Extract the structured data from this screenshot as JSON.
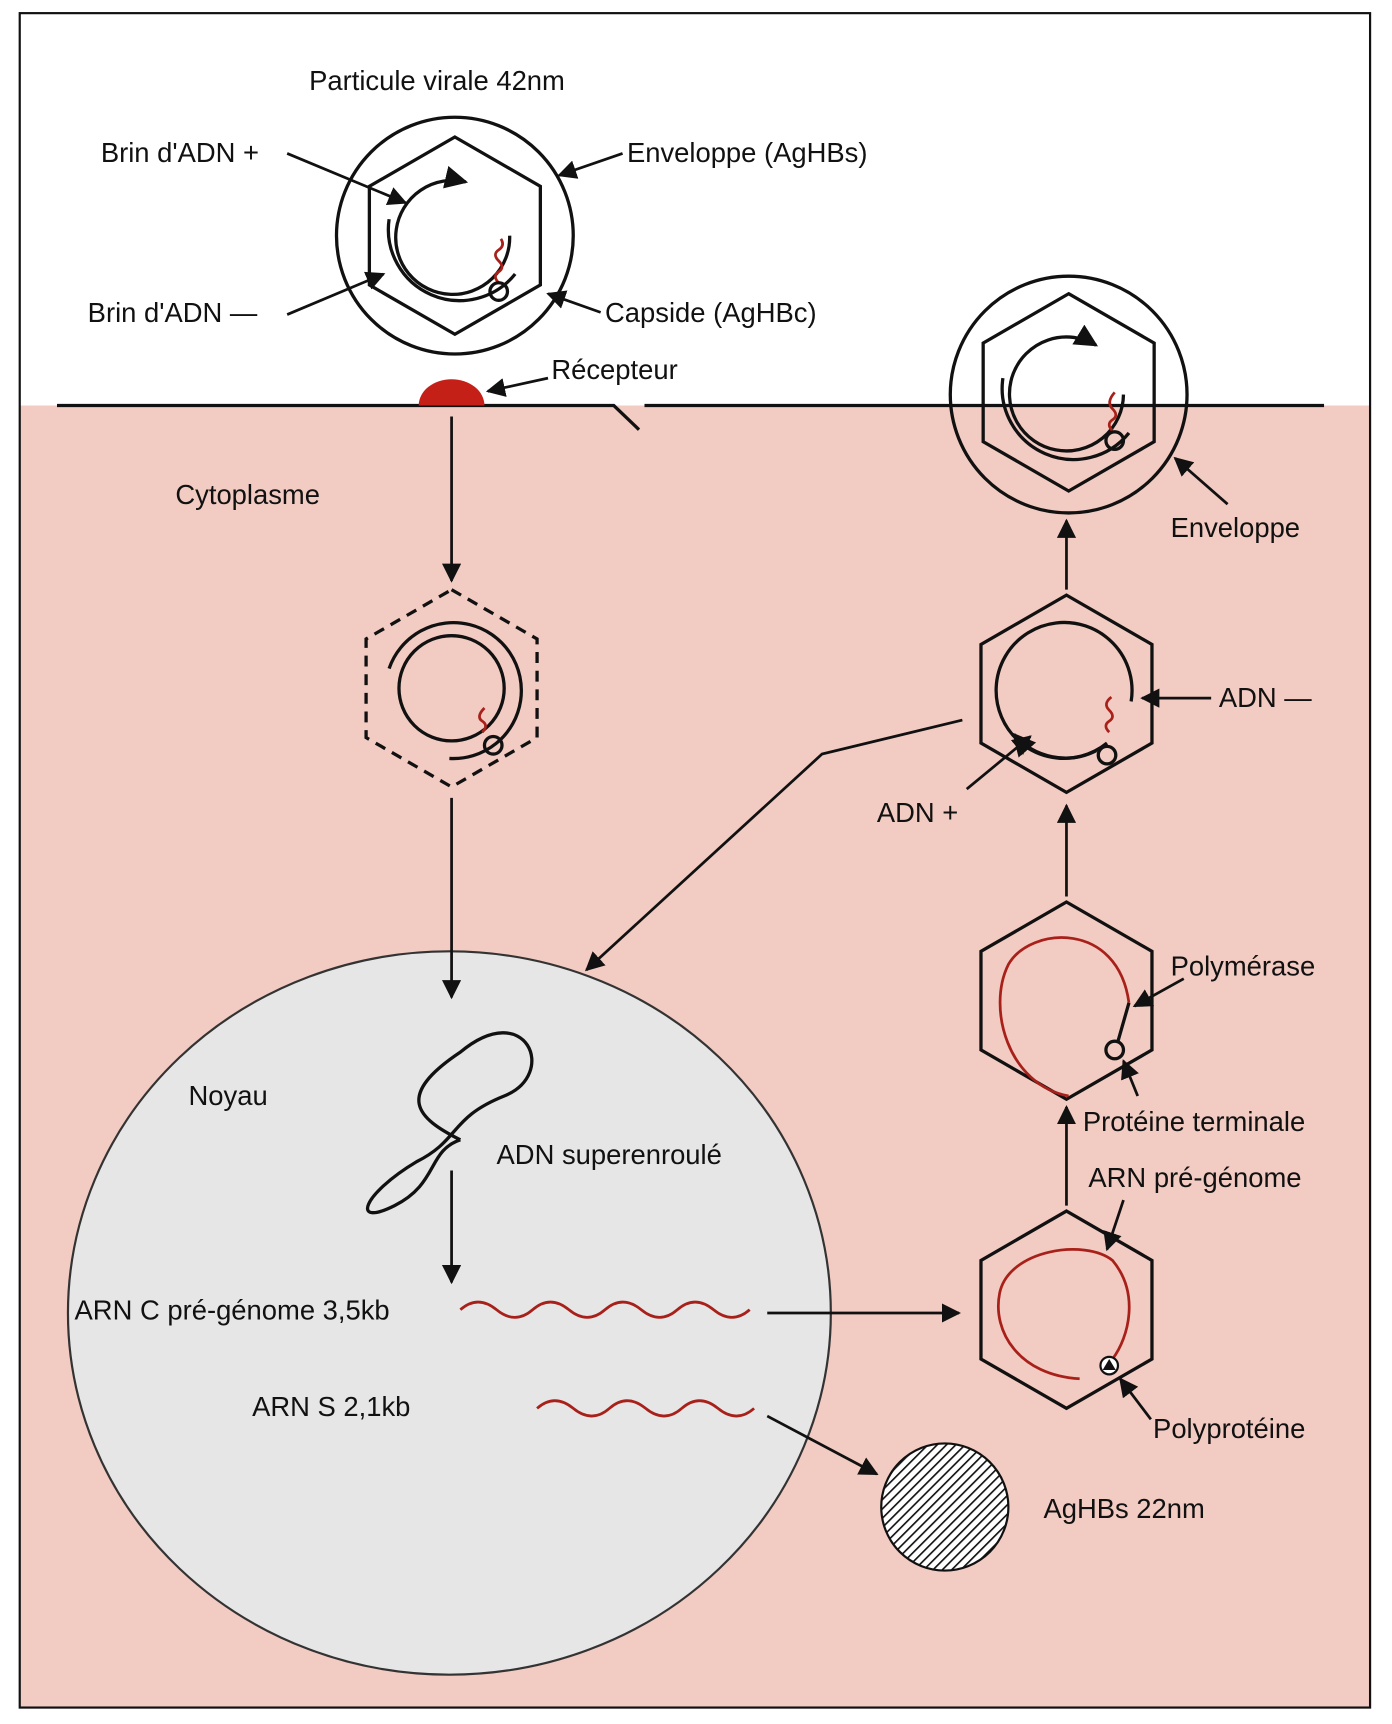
{
  "labels": {
    "particle": "Particule virale 42nm",
    "dna_plus": "Brin d'ADN +",
    "dna_minus": "Brin d'ADN —",
    "envelope_agbhs": "Enveloppe (AgHBs)",
    "capsid": "Capside (AgHBc)",
    "receptor": "Récepteur",
    "cytoplasm": "Cytoplasme",
    "envelope": "Enveloppe",
    "adn_minus": "ADN —",
    "adn_plus": "ADN +",
    "polymerase": "Polymérase",
    "terminal_protein": "Protéine terminale",
    "arn_pregenome": "ARN pré-génome",
    "polyprotein": "Polyprotéine",
    "nucleus": "Noyau",
    "supercoiled": "ADN superenroulé",
    "arn_c": "ARN C pré-génome 3,5kb",
    "arn_s": "ARN S 2,1kb",
    "agbhs22": "AgHBs 22nm"
  },
  "colors": {
    "cytoplasm": "#f2cbc2",
    "nucleus": "#e6e6e6",
    "receptor": "#c42018",
    "rna": "#a8201a"
  }
}
